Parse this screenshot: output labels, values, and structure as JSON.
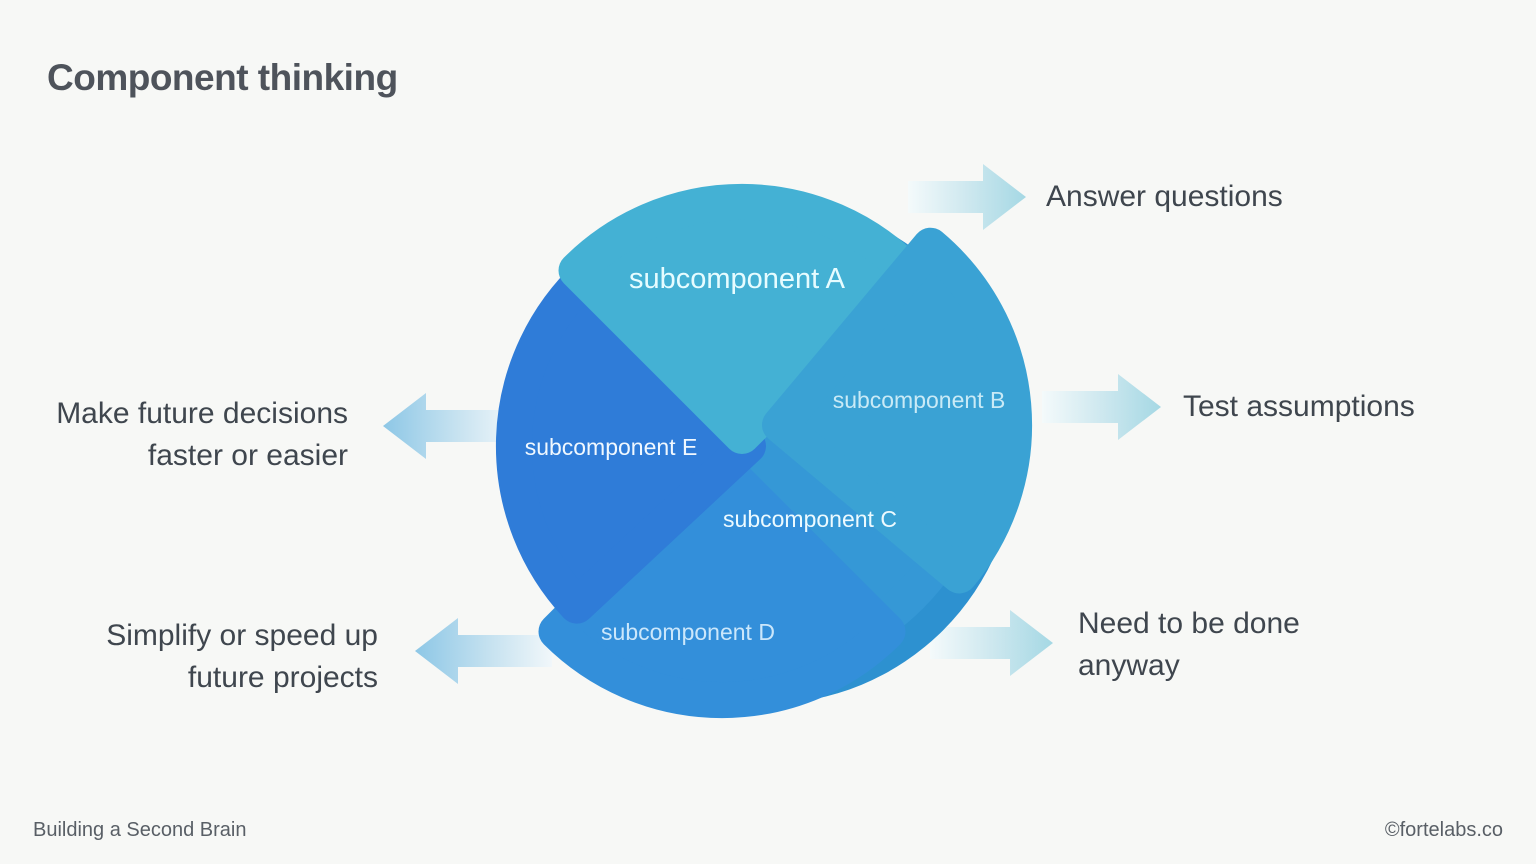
{
  "title": "Component thinking",
  "diagram": {
    "base_color": "#2D91D0",
    "segments": [
      {
        "id": "A",
        "label": "subcomponent A",
        "color": "#44B1D4",
        "label_color": "#E6FCFF"
      },
      {
        "id": "B",
        "label": "subcomponent B",
        "color": "#3AA2D4",
        "label_color": "#C9EAF6"
      },
      {
        "id": "C",
        "label": "subcomponent C",
        "color": "#3598D6",
        "label_color": "#ECFAFF"
      },
      {
        "id": "D",
        "label": "subcomponent D",
        "color": "#338FDA",
        "label_color": "#CBE7FB"
      },
      {
        "id": "E",
        "label": "subcomponent E",
        "color": "#2F7CD8",
        "label_color": "#F0F8FF"
      }
    ]
  },
  "callouts": [
    {
      "id": "answer-questions",
      "line1": "Answer questions",
      "line2": "",
      "direction": "right"
    },
    {
      "id": "test-assumptions",
      "line1": "Test assumptions",
      "line2": "",
      "direction": "right"
    },
    {
      "id": "need-to-be-done",
      "line1": "Need to be done",
      "line2": "anyway",
      "direction": "right"
    },
    {
      "id": "make-future-decisions",
      "line1": "Make future decisions",
      "line2": "faster or easier",
      "direction": "left"
    },
    {
      "id": "simplify-future-projects",
      "line1": "Simplify or speed up",
      "line2": "future projects",
      "direction": "left"
    }
  ],
  "arrow_colors": {
    "right_start": "#F4FAFB",
    "right_mid": "#CEE8EF",
    "right_end": "#A5D8E4",
    "left_start": "#8DC7E6",
    "left_mid": "#C6E2F0",
    "left_end": "#F1F7FA"
  },
  "footer": {
    "left": "Building a Second Brain",
    "right": "©fortelabs.co"
  }
}
